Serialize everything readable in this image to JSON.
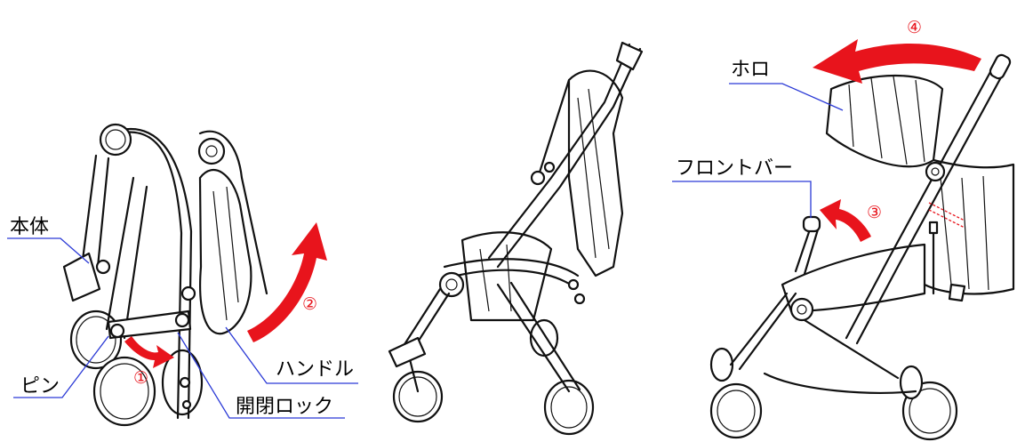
{
  "labels": {
    "body": "本体",
    "pin": "ピン",
    "handle": "ハンドル",
    "lock": "開閉ロック",
    "canopy": "ホロ",
    "front_bar": "フロントバー"
  },
  "steps": {
    "s1": "①",
    "s2": "②",
    "s3": "③",
    "s4": "④"
  },
  "colors": {
    "arrow": "#e8141c",
    "leader": "#2a39d6",
    "line": "#111111"
  },
  "icons": [
    "wheel",
    "curved-arrow",
    "stroller-folded",
    "stroller-half-open",
    "stroller-open"
  ]
}
